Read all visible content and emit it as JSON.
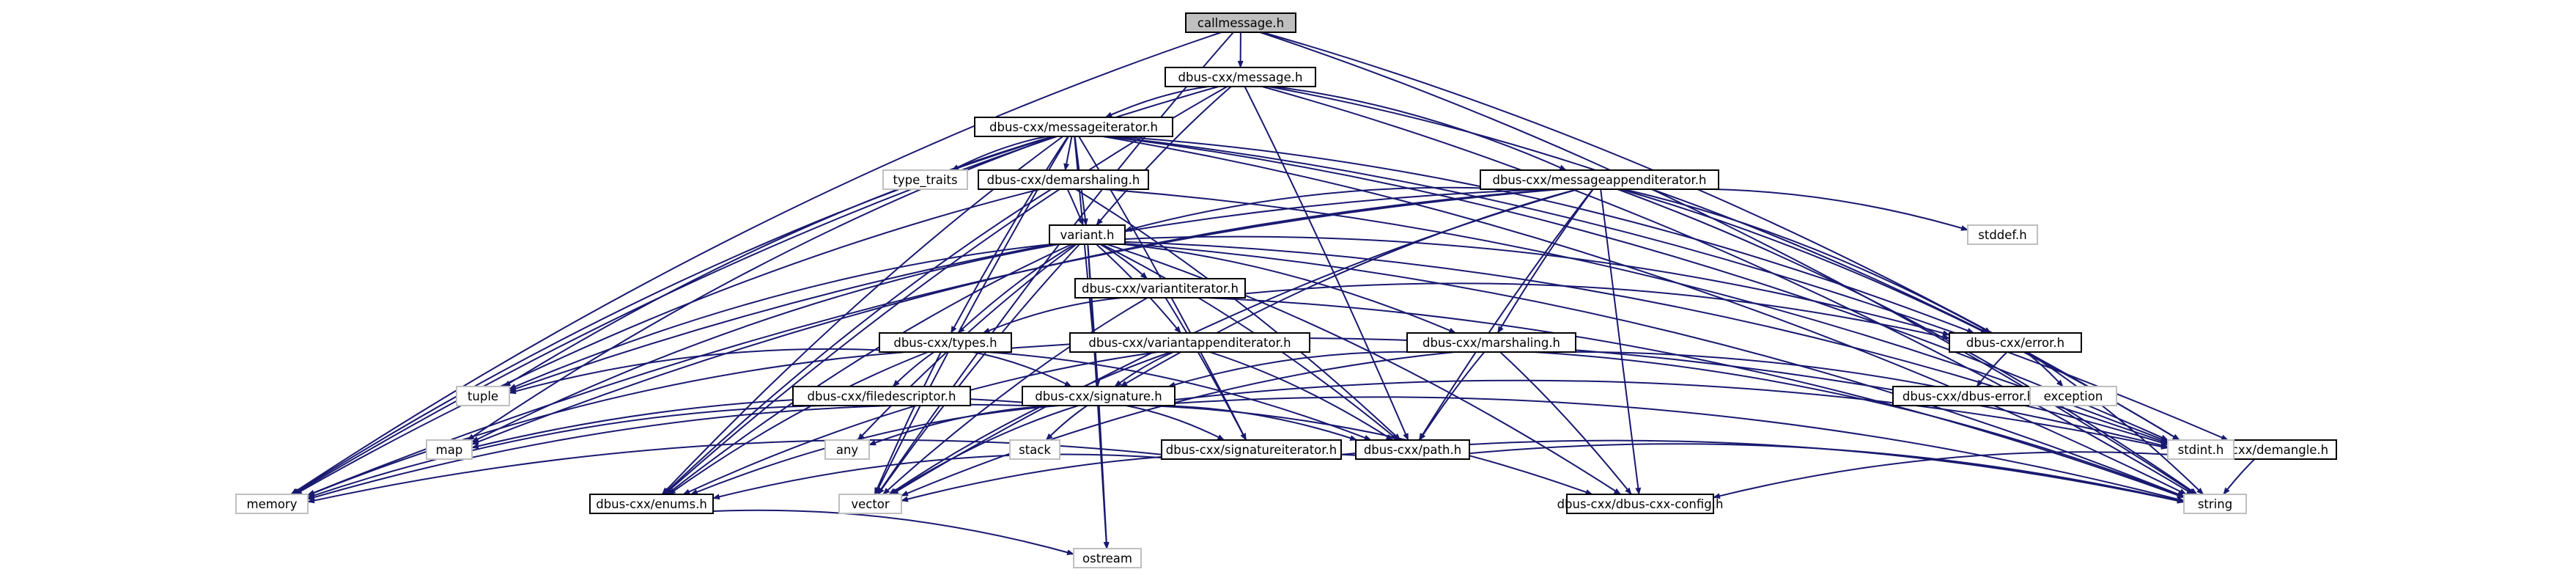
{
  "graph": {
    "colors": {
      "edge": "#191970",
      "root_fill": "#bfbfbf",
      "node_fill": "#ffffff",
      "node_border": "#000000",
      "external_border": "#bfbfbf"
    },
    "nodes": [
      {
        "id": "callmessage",
        "label": "callmessage.h",
        "kind": "root"
      },
      {
        "id": "message",
        "label": "dbus-cxx/message.h",
        "kind": "internal"
      },
      {
        "id": "messageiterator",
        "label": "dbus-cxx/messageiterator.h",
        "kind": "internal"
      },
      {
        "id": "demarshaling",
        "label": "dbus-cxx/demarshaling.h",
        "kind": "internal"
      },
      {
        "id": "messageappenditerator",
        "label": "dbus-cxx/messageappenditerator.h",
        "kind": "internal"
      },
      {
        "id": "variant",
        "label": "variant.h",
        "kind": "internal"
      },
      {
        "id": "variantiterator",
        "label": "dbus-cxx/variantiterator.h",
        "kind": "internal"
      },
      {
        "id": "types",
        "label": "dbus-cxx/types.h",
        "kind": "internal"
      },
      {
        "id": "variantappenditerator",
        "label": "dbus-cxx/variantappenditerator.h",
        "kind": "internal"
      },
      {
        "id": "marshaling",
        "label": "dbus-cxx/marshaling.h",
        "kind": "internal"
      },
      {
        "id": "error",
        "label": "dbus-cxx/error.h",
        "kind": "internal"
      },
      {
        "id": "dbuserror",
        "label": "dbus-cxx/dbus-error.h",
        "kind": "internal"
      },
      {
        "id": "filedescriptor",
        "label": "dbus-cxx/filedescriptor.h",
        "kind": "internal"
      },
      {
        "id": "signature",
        "label": "dbus-cxx/signature.h",
        "kind": "internal"
      },
      {
        "id": "path",
        "label": "dbus-cxx/path.h",
        "kind": "internal"
      },
      {
        "id": "signatureiterator",
        "label": "dbus-cxx/signatureiterator.h",
        "kind": "internal"
      },
      {
        "id": "enums",
        "label": "dbus-cxx/enums.h",
        "kind": "internal"
      },
      {
        "id": "config",
        "label": "dbus-cxx/dbus-cxx-config.h",
        "kind": "internal"
      },
      {
        "id": "demangle",
        "label": "dbus-cxx/demangle.h",
        "kind": "internal"
      },
      {
        "id": "type_traits",
        "label": "type_traits",
        "kind": "external"
      },
      {
        "id": "stddef",
        "label": "stddef.h",
        "kind": "external"
      },
      {
        "id": "tuple",
        "label": "tuple",
        "kind": "external"
      },
      {
        "id": "map",
        "label": "map",
        "kind": "external"
      },
      {
        "id": "memory",
        "label": "memory",
        "kind": "external"
      },
      {
        "id": "any",
        "label": "any",
        "kind": "external"
      },
      {
        "id": "stack",
        "label": "stack",
        "kind": "external"
      },
      {
        "id": "vector",
        "label": "vector",
        "kind": "external"
      },
      {
        "id": "ostream",
        "label": "ostream",
        "kind": "external"
      },
      {
        "id": "stdint",
        "label": "stdint.h",
        "kind": "external"
      },
      {
        "id": "exception",
        "label": "exception",
        "kind": "external"
      },
      {
        "id": "string",
        "label": "string",
        "kind": "external"
      }
    ],
    "edges": [
      [
        "callmessage",
        "message"
      ],
      [
        "callmessage",
        "memory"
      ],
      [
        "callmessage",
        "vector"
      ],
      [
        "callmessage",
        "string"
      ],
      [
        "callmessage",
        "stdint"
      ],
      [
        "message",
        "messageiterator"
      ],
      [
        "message",
        "messageappenditerator"
      ],
      [
        "message",
        "variant"
      ],
      [
        "message",
        "error"
      ],
      [
        "message",
        "memory"
      ],
      [
        "message",
        "enums"
      ],
      [
        "message",
        "path"
      ],
      [
        "message",
        "string"
      ],
      [
        "messageiterator",
        "type_traits"
      ],
      [
        "messageiterator",
        "demarshaling"
      ],
      [
        "messageiterator",
        "variant"
      ],
      [
        "messageiterator",
        "types"
      ],
      [
        "messageiterator",
        "signatureiterator"
      ],
      [
        "messageiterator",
        "error"
      ],
      [
        "messageiterator",
        "stdint"
      ],
      [
        "messageiterator",
        "memory"
      ],
      [
        "messageiterator",
        "tuple"
      ],
      [
        "messageiterator",
        "map"
      ],
      [
        "messageiterator",
        "vector"
      ],
      [
        "messageiterator",
        "enums"
      ],
      [
        "messageiterator",
        "signature"
      ],
      [
        "messageiterator",
        "demangle"
      ],
      [
        "messageiterator",
        "string"
      ],
      [
        "demarshaling",
        "variant"
      ],
      [
        "demarshaling",
        "path"
      ],
      [
        "demarshaling",
        "stdint"
      ],
      [
        "demarshaling",
        "enums"
      ],
      [
        "demarshaling",
        "memory"
      ],
      [
        "messageappenditerator",
        "variant"
      ],
      [
        "messageappenditerator",
        "marshaling"
      ],
      [
        "messageappenditerator",
        "signature"
      ],
      [
        "messageappenditerator",
        "path"
      ],
      [
        "messageappenditerator",
        "error"
      ],
      [
        "messageappenditerator",
        "stddef"
      ],
      [
        "messageappenditerator",
        "stdint"
      ],
      [
        "messageappenditerator",
        "tuple"
      ],
      [
        "messageappenditerator",
        "map"
      ],
      [
        "messageappenditerator",
        "memory"
      ],
      [
        "messageappenditerator",
        "vector"
      ],
      [
        "messageappenditerator",
        "string"
      ],
      [
        "messageappenditerator",
        "config"
      ],
      [
        "variant",
        "variantiterator"
      ],
      [
        "variant",
        "types"
      ],
      [
        "variant",
        "variantappenditerator"
      ],
      [
        "variant",
        "marshaling"
      ],
      [
        "variant",
        "signature"
      ],
      [
        "variant",
        "path"
      ],
      [
        "variant",
        "enums"
      ],
      [
        "variant",
        "error"
      ],
      [
        "variant",
        "config"
      ],
      [
        "variant",
        "stdint"
      ],
      [
        "variant",
        "tuple"
      ],
      [
        "variant",
        "map"
      ],
      [
        "variant",
        "any"
      ],
      [
        "variant",
        "vector"
      ],
      [
        "variant",
        "string"
      ],
      [
        "variant",
        "ostream"
      ],
      [
        "variantiterator",
        "types"
      ],
      [
        "variantiterator",
        "signatureiterator"
      ],
      [
        "variantiterator",
        "error"
      ],
      [
        "variantiterator",
        "vector"
      ],
      [
        "variantiterator",
        "string"
      ],
      [
        "types",
        "filedescriptor"
      ],
      [
        "types",
        "signature"
      ],
      [
        "types",
        "path"
      ],
      [
        "types",
        "enums"
      ],
      [
        "types",
        "tuple"
      ],
      [
        "types",
        "memory"
      ],
      [
        "types",
        "vector"
      ],
      [
        "types",
        "stdint"
      ],
      [
        "variantappenditerator",
        "signature"
      ],
      [
        "variantappenditerator",
        "path"
      ],
      [
        "variantappenditerator",
        "enums"
      ],
      [
        "variantappenditerator",
        "vector"
      ],
      [
        "marshaling",
        "signature"
      ],
      [
        "marshaling",
        "path"
      ],
      [
        "marshaling",
        "config"
      ],
      [
        "marshaling",
        "stdint"
      ],
      [
        "marshaling",
        "vector"
      ],
      [
        "marshaling",
        "string"
      ],
      [
        "error",
        "dbuserror"
      ],
      [
        "error",
        "exception"
      ],
      [
        "error",
        "string"
      ],
      [
        "filedescriptor",
        "memory"
      ],
      [
        "signature",
        "signatureiterator"
      ],
      [
        "signature",
        "path"
      ],
      [
        "signature",
        "enums"
      ],
      [
        "signature",
        "config"
      ],
      [
        "signature",
        "map"
      ],
      [
        "signature",
        "any"
      ],
      [
        "signature",
        "stack"
      ],
      [
        "signature",
        "memory"
      ],
      [
        "signature",
        "vector"
      ],
      [
        "signature",
        "ostream"
      ],
      [
        "signature",
        "stdint"
      ],
      [
        "signature",
        "string"
      ],
      [
        "path",
        "vector"
      ],
      [
        "path",
        "string"
      ],
      [
        "signatureiterator",
        "enums"
      ],
      [
        "signatureiterator",
        "memory"
      ],
      [
        "signatureiterator",
        "string"
      ],
      [
        "enums",
        "ostream"
      ],
      [
        "demangle",
        "string"
      ],
      [
        "demangle",
        "config"
      ]
    ]
  }
}
